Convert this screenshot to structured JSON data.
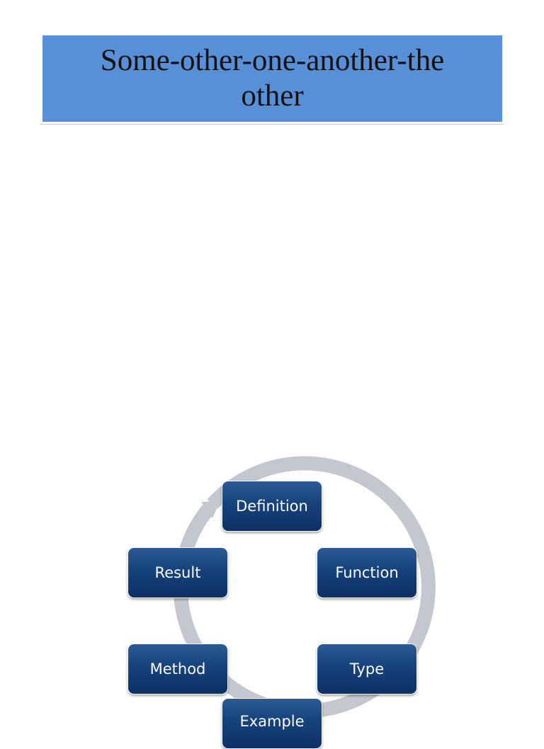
{
  "slide": {
    "title": "Some-other-one-another-the other"
  },
  "cycle": {
    "nodes": [
      {
        "id": "definition",
        "label": "Definition"
      },
      {
        "id": "function",
        "label": "Function"
      },
      {
        "id": "type",
        "label": "Type"
      },
      {
        "id": "example",
        "label": "Example"
      },
      {
        "id": "method",
        "label": "Method"
      },
      {
        "id": "result",
        "label": "Result"
      }
    ]
  },
  "colors": {
    "title_background": "#5790d6",
    "node_fill": "#16427c",
    "arrow": "#c4c7cf"
  }
}
